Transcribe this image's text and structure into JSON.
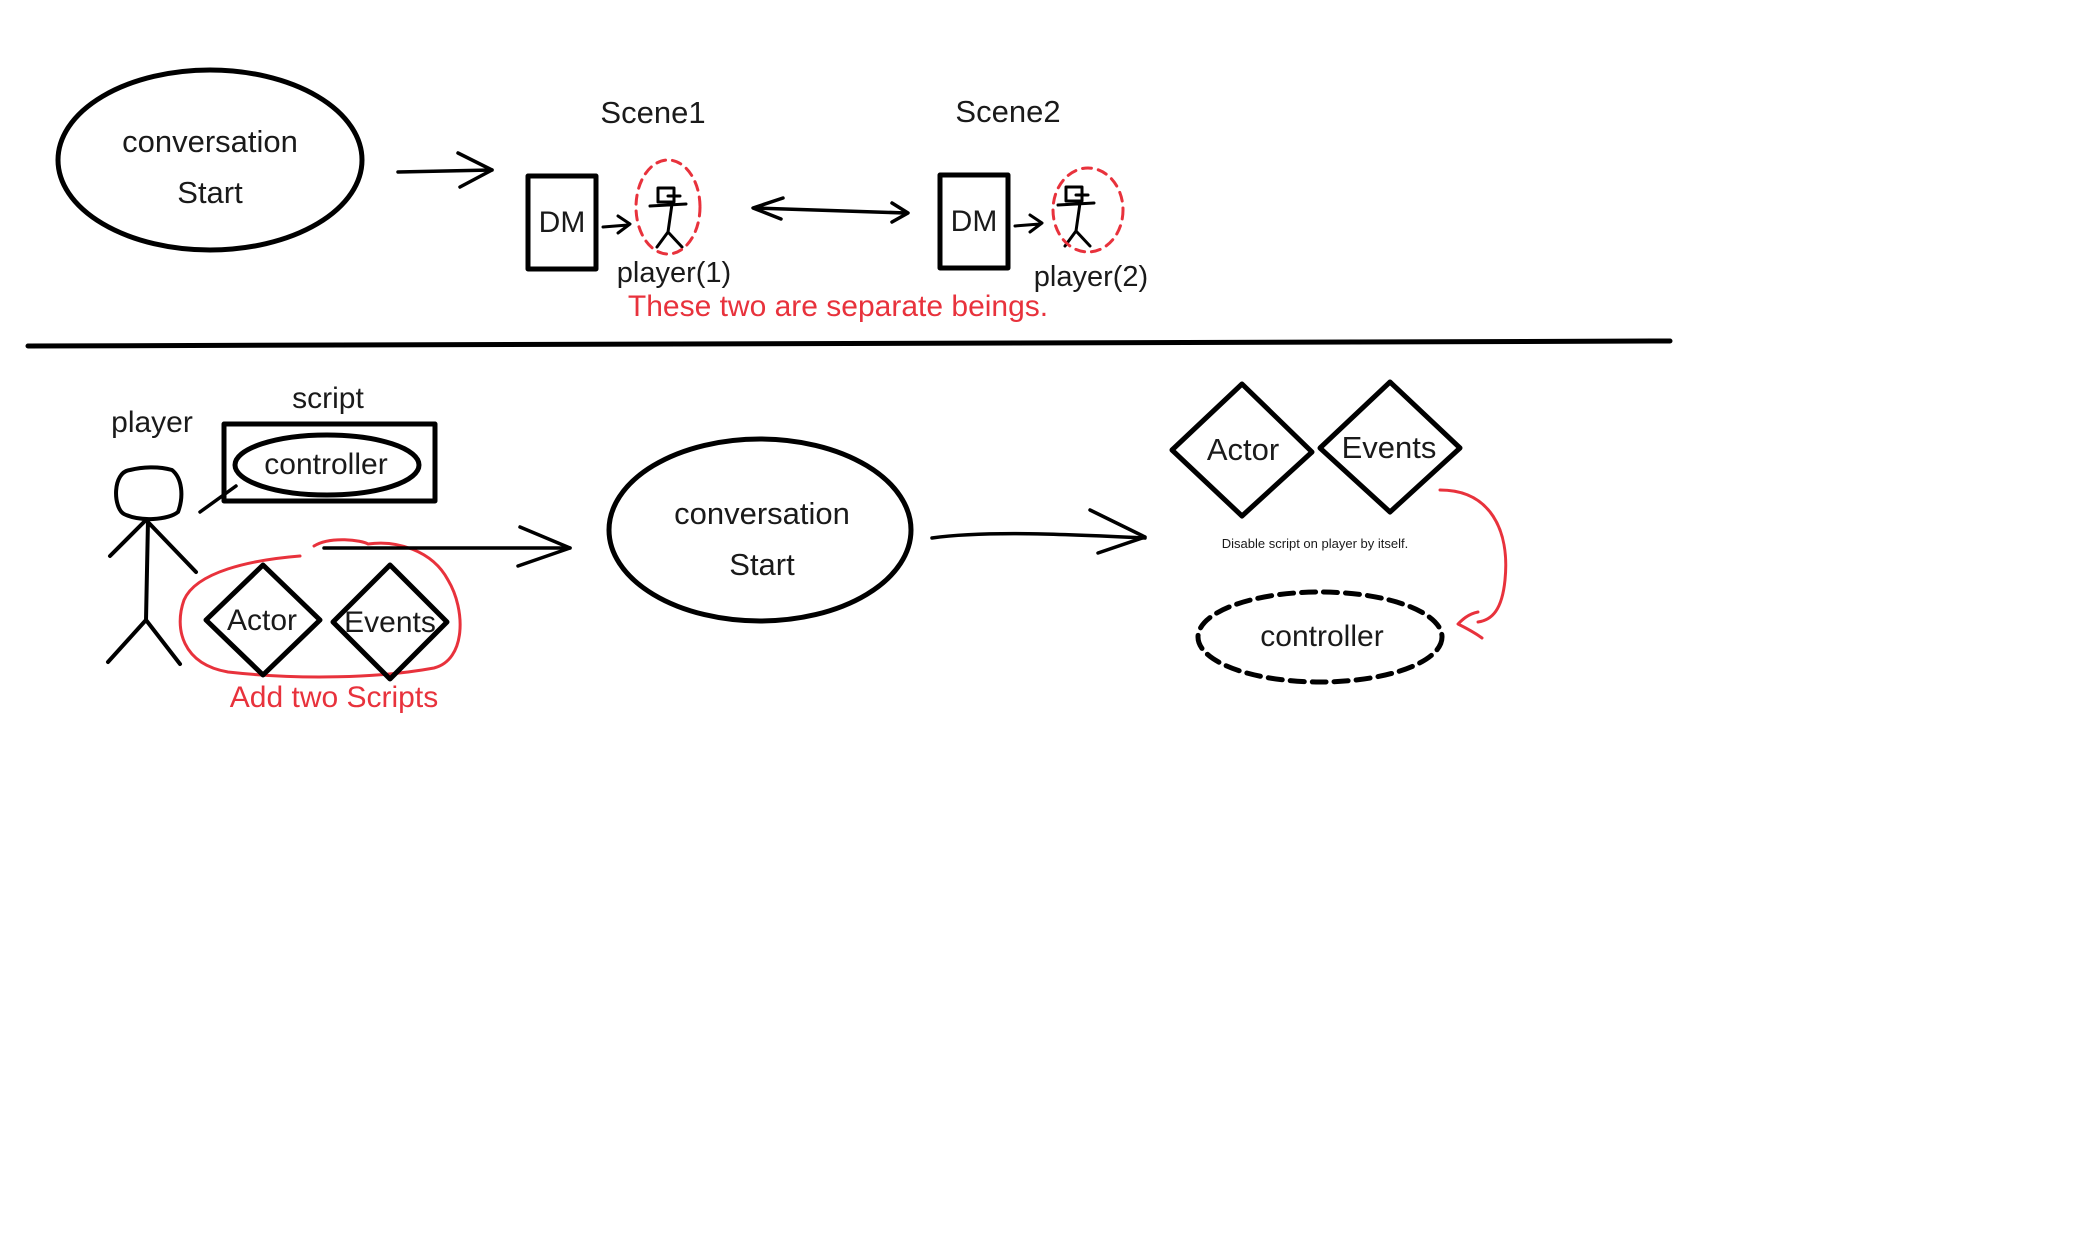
{
  "top": {
    "start_ellipse": {
      "line1": "conversation",
      "line2": "Start"
    },
    "scene1": {
      "title": "Scene1",
      "dm": "DM",
      "player": "player(1)"
    },
    "scene2": {
      "title": "Scene2",
      "dm": "DM",
      "player": "player(2)"
    },
    "note": "These two are separate beings."
  },
  "bottom": {
    "player_label": "player",
    "script_label": "script",
    "controller": "controller",
    "actor": "Actor",
    "events": "Events",
    "add_note": "Add two Scripts",
    "start_ellipse": {
      "line1": "conversation",
      "line2": "Start"
    },
    "result": {
      "actor": "Actor",
      "events": "Events",
      "disable_note": "Disable script on player by itself.",
      "controller": "controller"
    }
  },
  "colors": {
    "ink": "#000000",
    "note": "#e8323c"
  }
}
